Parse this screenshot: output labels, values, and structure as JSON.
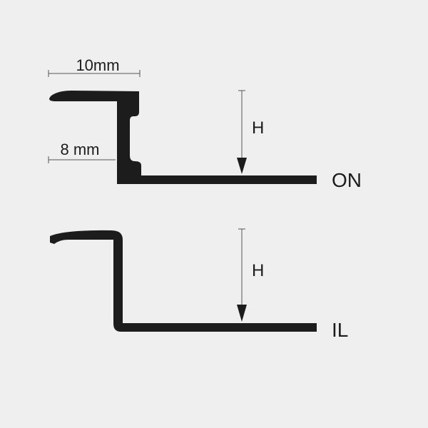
{
  "dimensions": {
    "top_width": "10mm",
    "side_width": "8 mm"
  },
  "profiles": [
    {
      "code": "ON",
      "height_label": "H"
    },
    {
      "code": "IL",
      "height_label": "H"
    }
  ],
  "colors": {
    "background": "#efefef",
    "profile": "#1c1c1c",
    "dimension_line": "#555555"
  }
}
